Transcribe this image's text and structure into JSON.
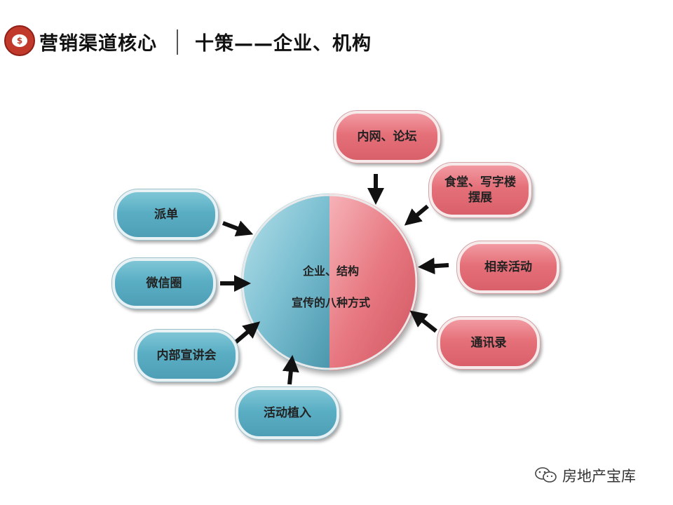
{
  "header": {
    "logo_symbol": "$",
    "title_main": "营销渠道核心",
    "title_sub": "十策——企业、机构"
  },
  "center": {
    "line1": "企业、结构",
    "line2": "宣传的八种方式"
  },
  "left_items": [
    {
      "label": "派单"
    },
    {
      "label": "微信圈"
    },
    {
      "label": "内部宣讲会"
    },
    {
      "label": "活动植入"
    }
  ],
  "right_items": [
    {
      "label": "内网、论坛"
    },
    {
      "label": "食堂、写字楼\n摆展"
    },
    {
      "label": "相亲活动"
    },
    {
      "label": "通讯录"
    }
  ],
  "watermark": {
    "icon": "wechat-icon",
    "text": "房地产宝库"
  },
  "colors": {
    "blue": "#5aaec4",
    "red": "#e57079",
    "arrow": "#111111"
  }
}
